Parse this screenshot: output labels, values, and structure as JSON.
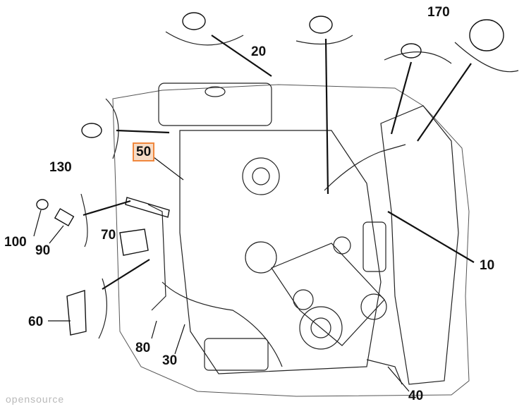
{
  "callouts": {
    "c20": "20",
    "c170": "170",
    "c130": "130",
    "c50": "50",
    "c100": "100",
    "c90": "90",
    "c70": "70",
    "c10": "10",
    "c60": "60",
    "c80": "80",
    "c30": "30",
    "c40": "40"
  },
  "watermark": "opensource",
  "colors": {
    "highlight_fill": "#f7dcc6",
    "highlight_border": "#f0883e",
    "line": "#111111"
  }
}
